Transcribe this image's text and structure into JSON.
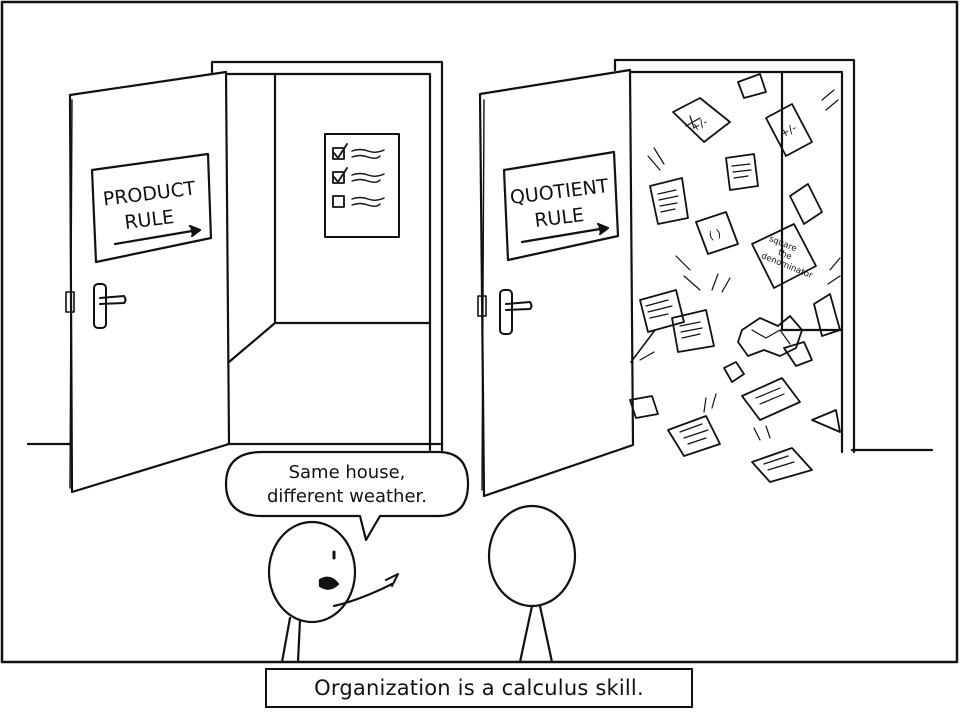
{
  "comic": {
    "product_door_sign": [
      "PRODUCT",
      "RULE"
    ],
    "quotient_door_sign": [
      "QUOTIENT",
      "RULE"
    ],
    "notes": {
      "plus_minus_1": "+/-",
      "plus_minus_2": "+/-",
      "parens": "( )",
      "square_note": [
        "square",
        "the",
        "denominator"
      ]
    },
    "speech_bubble": [
      "Same house,",
      "different weather."
    ],
    "caption": "Organization is a calculus skill."
  }
}
